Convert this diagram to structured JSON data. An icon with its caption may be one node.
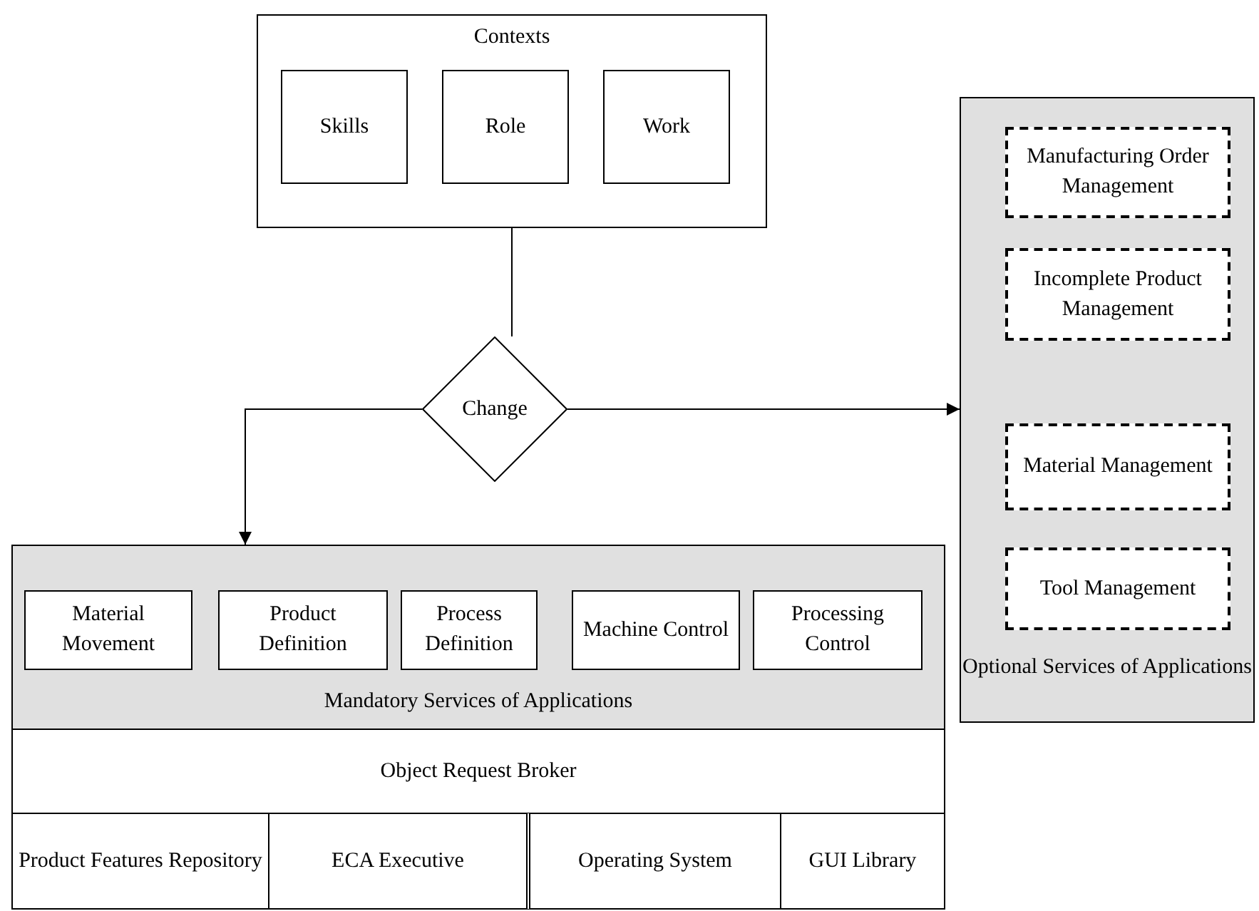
{
  "diagram": {
    "nodes": [
      {
        "text": [
          "Contexts"
        ]
      },
      {
        "text": [
          "Skills"
        ],
        "in": 0
      },
      {
        "text": [
          "Role"
        ],
        "in": 0
      },
      {
        "text": [
          "Work"
        ],
        "in": 0
      },
      {
        "text": [
          "Change"
        ]
      },
      {
        "text": [
          "Optional Services of Applications"
        ]
      },
      {
        "text": [
          "Manufacturing Order Management"
        ],
        "in": 5
      },
      {
        "text": [
          "Incomplete Product Management"
        ],
        "in": 5
      },
      {
        "text": [
          "Material Management"
        ],
        "in": 5
      },
      {
        "text": [
          "Tool Management"
        ],
        "in": 5
      },
      {
        "text": [
          "Mandatory Services of Applications"
        ]
      },
      {
        "text": [
          "Material Movement"
        ],
        "in": 10
      },
      {
        "text": [
          "Product Definition"
        ],
        "in": 10
      },
      {
        "text": [
          "Process Definition"
        ],
        "in": 10
      },
      {
        "text": [
          "Machine Control"
        ],
        "in": 10
      },
      {
        "text": [
          "Processing Control"
        ],
        "in": 10
      },
      {
        "text": [
          "Object Request Broker"
        ]
      },
      {
        "text": [
          "Product Features Repository"
        ]
      },
      {
        "text": [
          "ECA Executive"
        ]
      },
      {
        "text": [
          "Operating System"
        ]
      },
      {
        "text": [
          "GUI Library"
        ]
      }
    ],
    "edges": [
      {
        "from": 0,
        "to": 4,
        "arrow": "none"
      },
      {
        "from": 4,
        "to": 5,
        "arrow": "to"
      },
      {
        "from": 4,
        "to": 10,
        "arrow": "to"
      }
    ]
  }
}
